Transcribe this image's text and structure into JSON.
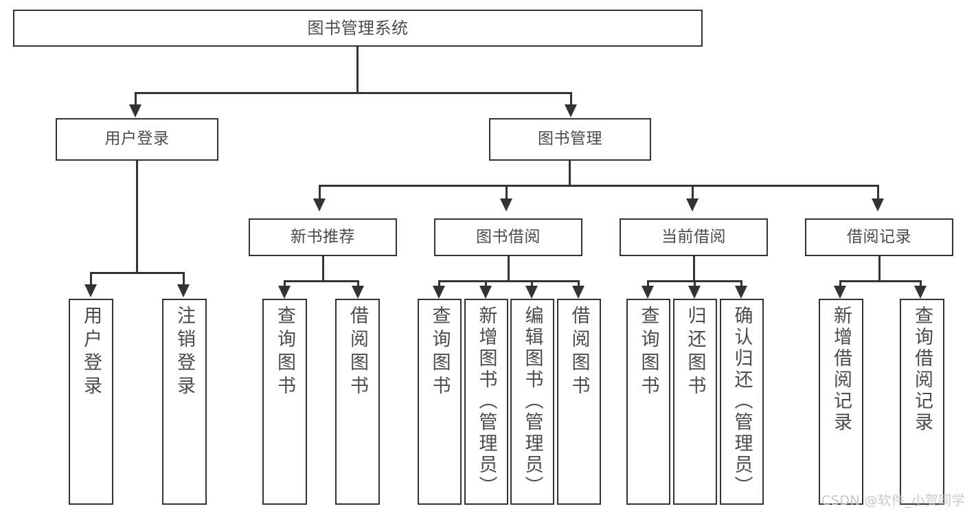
{
  "diagram": {
    "type": "tree-hierarchy-chart",
    "title": "图书管理系统",
    "root": {
      "label": "图书管理系统"
    },
    "level1": [
      {
        "label": "用户登录"
      },
      {
        "label": "图书管理"
      }
    ],
    "level2": [
      {
        "label": "新书推荐"
      },
      {
        "label": "图书借阅"
      },
      {
        "label": "当前借阅"
      },
      {
        "label": "借阅记录"
      }
    ],
    "leaves": {
      "user_login": [
        {
          "label": "用户登录"
        },
        {
          "label": "注销登录"
        }
      ],
      "new_book_recommend": [
        {
          "label": "查询图书"
        },
        {
          "label": "借阅图书"
        }
      ],
      "book_borrow": [
        {
          "label": "查询图书"
        },
        {
          "label": "新增图书（管理员）"
        },
        {
          "label": "编辑图书（管理员）"
        },
        {
          "label": "借阅图书"
        }
      ],
      "current_borrow": [
        {
          "label": "查询图书"
        },
        {
          "label": "归还图书"
        },
        {
          "label": "确认归还（管理员）"
        }
      ],
      "borrow_record": [
        {
          "label": "新增借阅记录"
        },
        {
          "label": "查询借阅记录"
        }
      ]
    }
  },
  "watermark": {
    "text": "CSDN @软件_小贺同学"
  },
  "colors": {
    "stroke": "#333333",
    "text": "#4b4b4b",
    "background": "#ffffff",
    "watermark": "#c8c8c8"
  }
}
